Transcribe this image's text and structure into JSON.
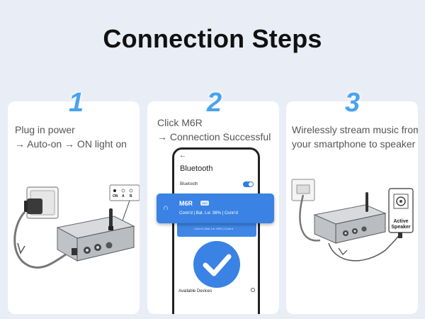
{
  "title": "Connection Steps",
  "steps": [
    {
      "number": "1",
      "lines": [
        "Plug in power",
        "→ Auto-on → ON light on"
      ],
      "panel_labels": [
        "ON",
        "A",
        "B"
      ]
    },
    {
      "number": "2",
      "lines": [
        "Click M6R",
        "→ Connection Successful"
      ]
    },
    {
      "number": "3",
      "lines": [
        "Wirelessly stream music from",
        "your smartphone to speaker"
      ],
      "speaker_label": [
        "Active",
        "Speaker"
      ]
    }
  ],
  "phone": {
    "back": "←",
    "screen_title": "Bluetooth",
    "bluetooth_label": "Bluetooth",
    "device_name": "M6R",
    "device_badge": "AAC",
    "device_status": "Conn'd | Bat. Lvl. 98% | Conn'd",
    "second_row_status": "Conn'd | Bat. Lvl. 98% | Conn'd",
    "available_devices": "Available Devices"
  },
  "colors": {
    "accent": "#3a82e4",
    "number": "#4aa3ee",
    "background": "#e9edf5"
  }
}
